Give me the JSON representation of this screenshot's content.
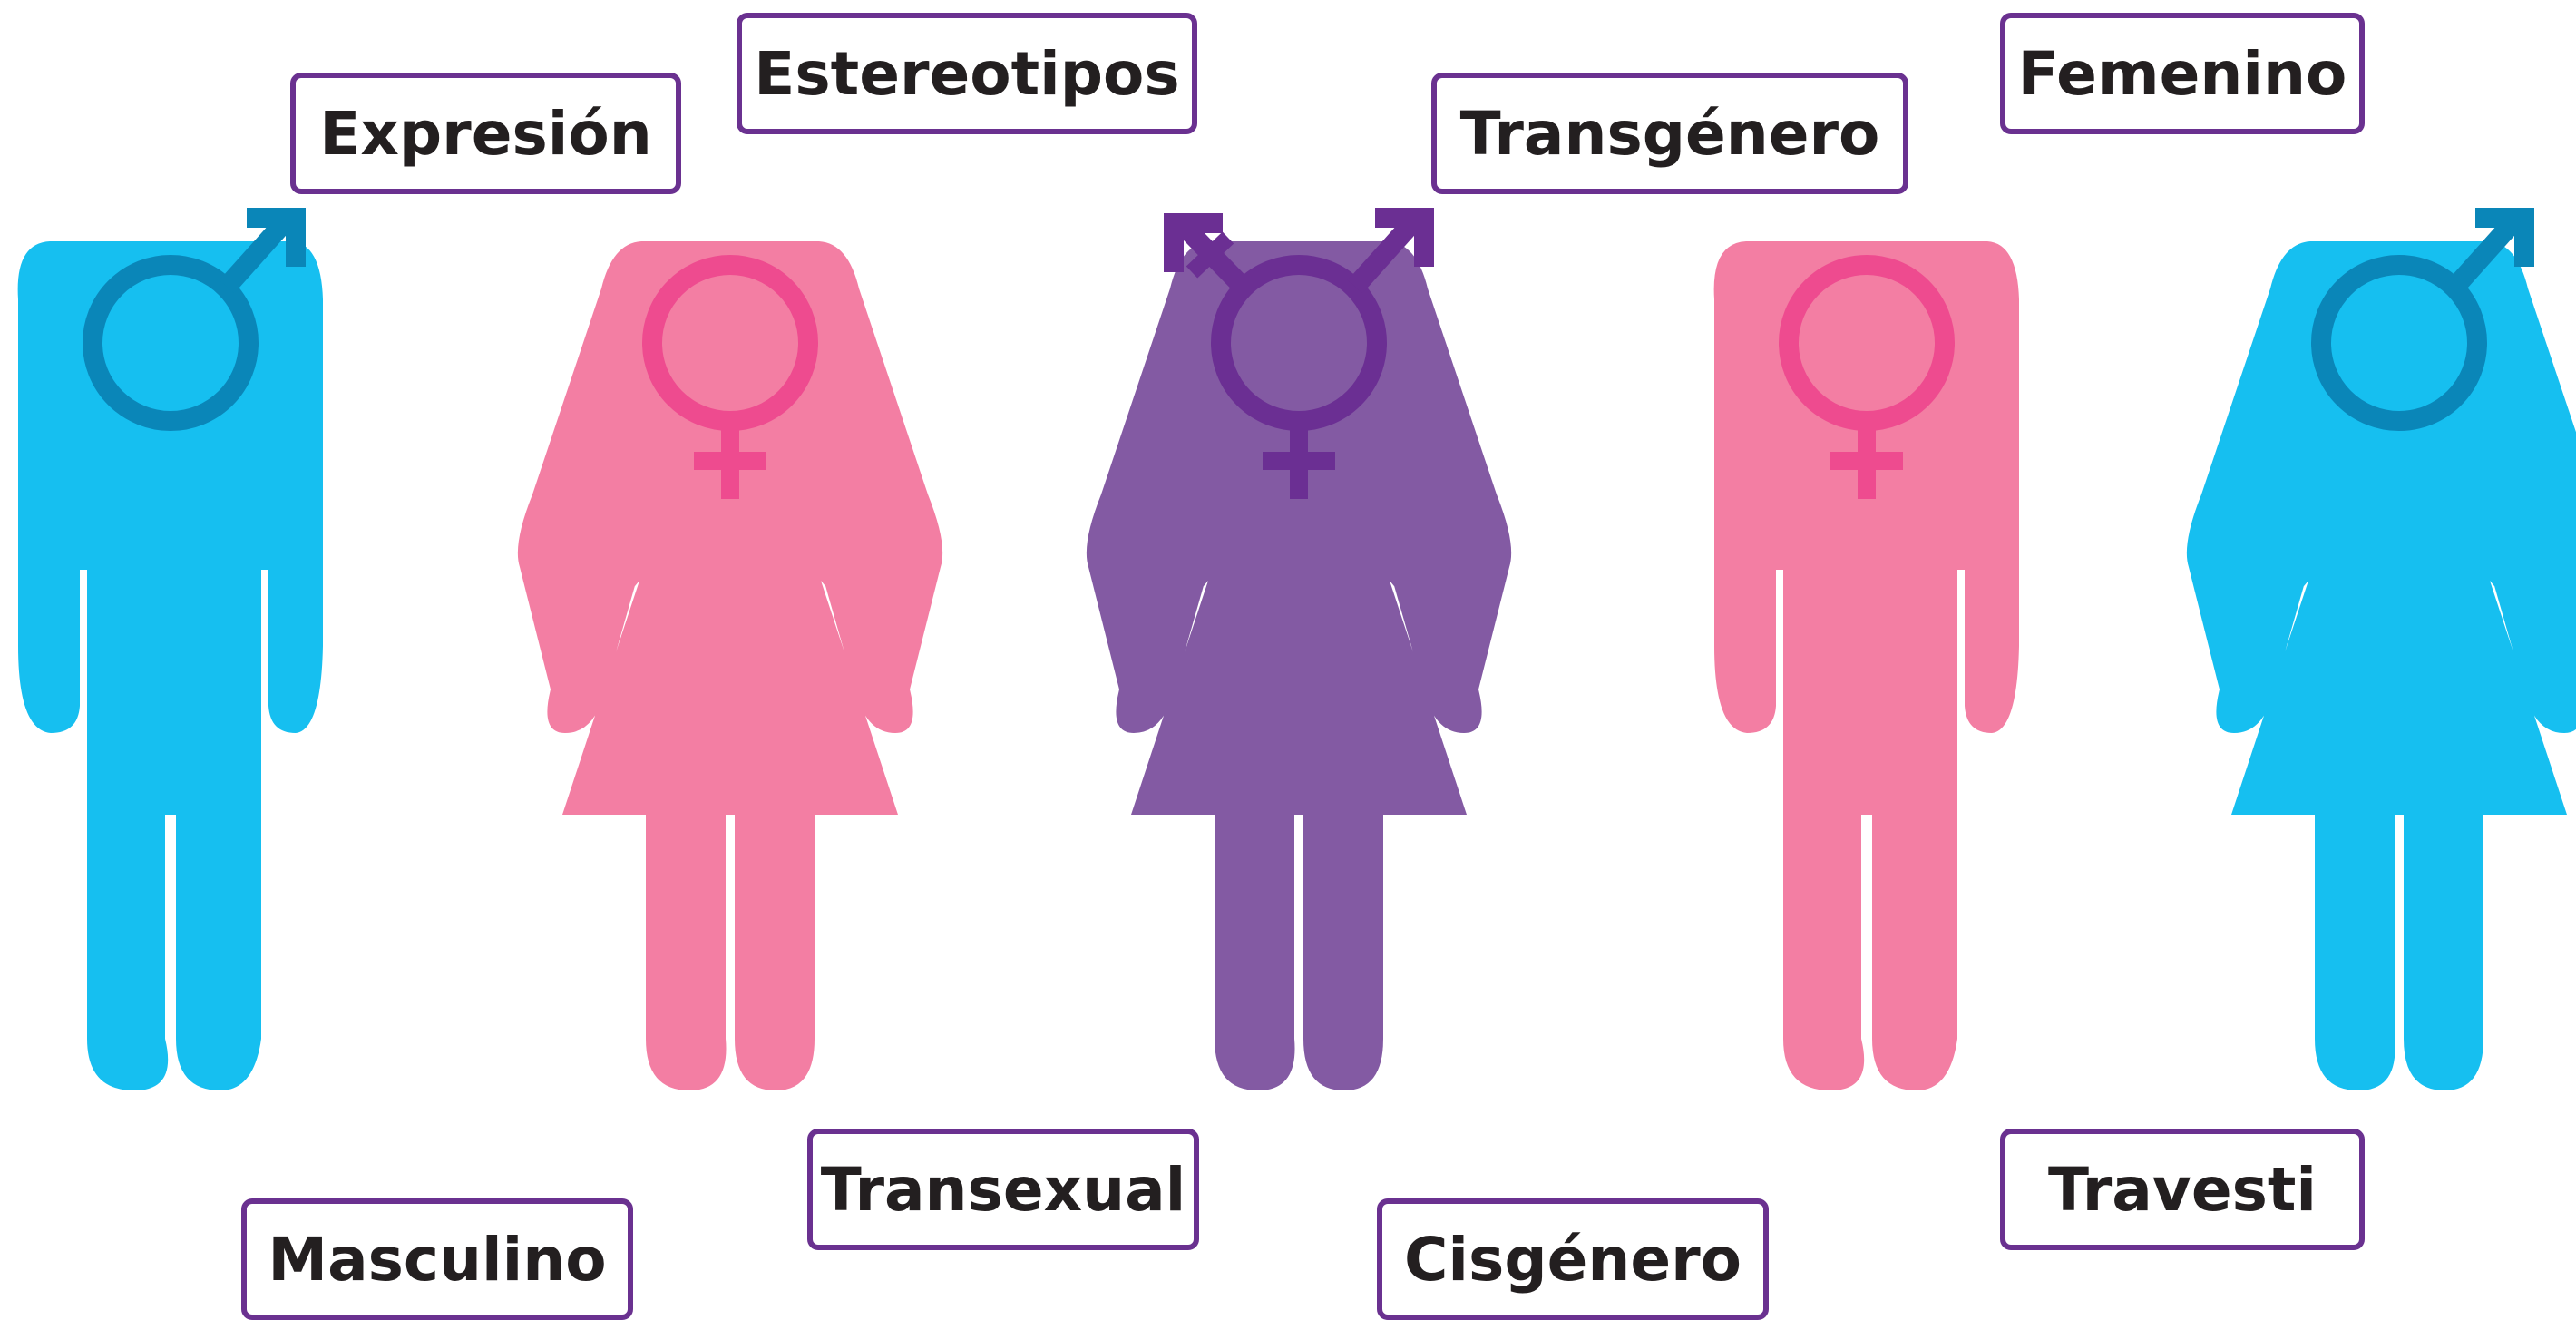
{
  "labels": {
    "expresion": "Expresión",
    "estereotipos": "Estereotipos",
    "transgenero": "Transgénero",
    "femenino": "Femenino",
    "masculino": "Masculino",
    "transexual": "Transexual",
    "cisgenero": "Cisgénero",
    "travesti": "Travesti"
  },
  "colors": {
    "border": "#6a3190",
    "text": "#231f20",
    "blue_fill": "#16bff0",
    "blue_stroke": "#0a86b8",
    "pink_fill": "#f37ea3",
    "pink_stroke": "#ee4b8f",
    "purple_fill": "#835aa3",
    "purple_stroke": "#6b2f93"
  },
  "figures": [
    {
      "shape": "male-figure",
      "icon": "male-symbol-icon"
    },
    {
      "shape": "female-figure",
      "icon": "female-symbol-icon"
    },
    {
      "shape": "female-figure",
      "icon": "transgender-symbol-icon"
    },
    {
      "shape": "male-figure",
      "icon": "female-symbol-icon"
    },
    {
      "shape": "female-figure",
      "icon": "male-symbol-icon"
    }
  ]
}
